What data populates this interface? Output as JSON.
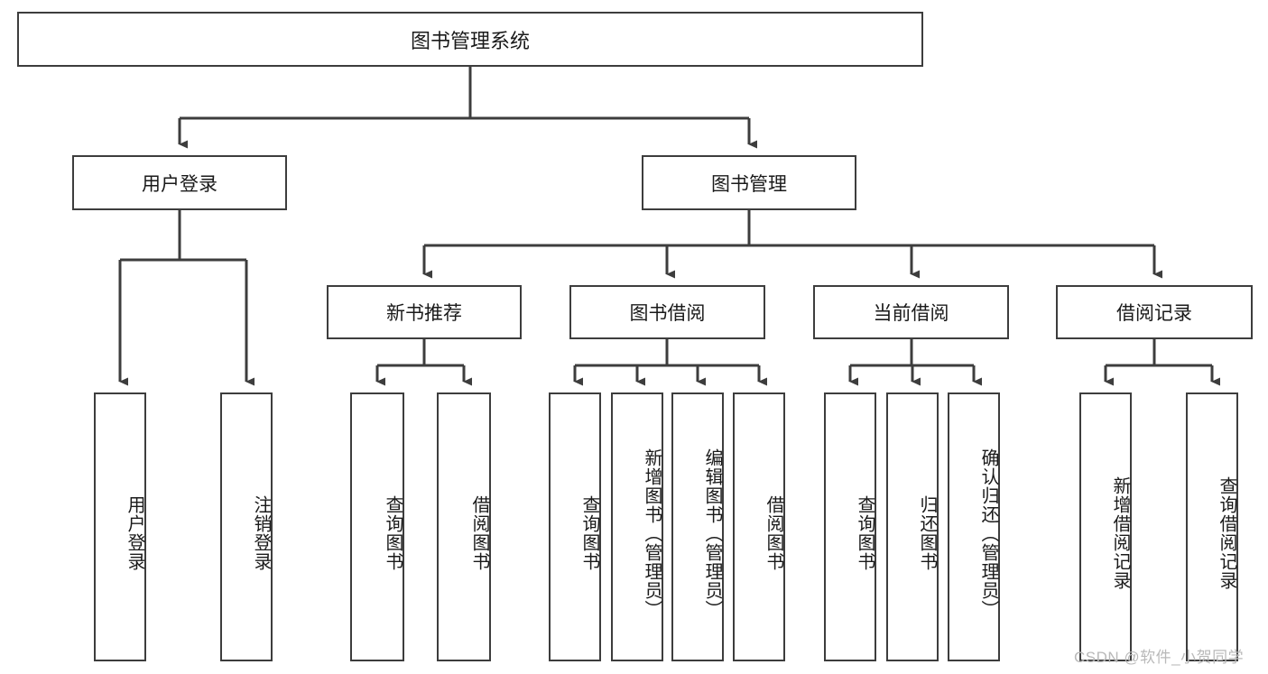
{
  "diagram": {
    "type": "tree-hierarchy",
    "title": "图书管理系统",
    "root": {
      "label": "图书管理系统"
    },
    "level2": [
      {
        "id": "user-login",
        "label": "用户登录"
      },
      {
        "id": "book-management",
        "label": "图书管理"
      }
    ],
    "level3": [
      {
        "id": "new-book-recommend",
        "label": "新书推荐"
      },
      {
        "id": "book-borrow",
        "label": "图书借阅"
      },
      {
        "id": "current-borrow",
        "label": "当前借阅"
      },
      {
        "id": "borrow-record",
        "label": "借阅记录"
      }
    ],
    "leaves": {
      "user_login": [
        {
          "id": "leaf-user-login",
          "label": "用户登录"
        },
        {
          "id": "leaf-logout-login",
          "label": "注销登录"
        }
      ],
      "new_book_recommend": [
        {
          "id": "leaf-query-book-1",
          "label": "查询图书"
        },
        {
          "id": "leaf-borrow-book-1",
          "label": "借阅图书"
        }
      ],
      "book_borrow": [
        {
          "id": "leaf-query-book-2",
          "label": "查询图书"
        },
        {
          "id": "leaf-add-book-admin",
          "label": "新增图书（管理员）"
        },
        {
          "id": "leaf-edit-book-admin",
          "label": "编辑图书（管理员）"
        },
        {
          "id": "leaf-borrow-book-2",
          "label": "借阅图书"
        }
      ],
      "current_borrow": [
        {
          "id": "leaf-query-book-3",
          "label": "查询图书"
        },
        {
          "id": "leaf-return-book",
          "label": "归还图书"
        },
        {
          "id": "leaf-confirm-return-admin",
          "label": "确认归还（管理员）"
        }
      ],
      "borrow_record": [
        {
          "id": "leaf-add-borrow-record",
          "label": "新增借阅记录"
        },
        {
          "id": "leaf-query-borrow-record",
          "label": "查询借阅记录"
        }
      ]
    },
    "watermark": "CSDN @软件_小贺同学",
    "colors": {
      "stroke": "#3d3d3d",
      "text": "#1a1a1a",
      "background": "#ffffff",
      "watermark": "#b9b9b9"
    }
  }
}
